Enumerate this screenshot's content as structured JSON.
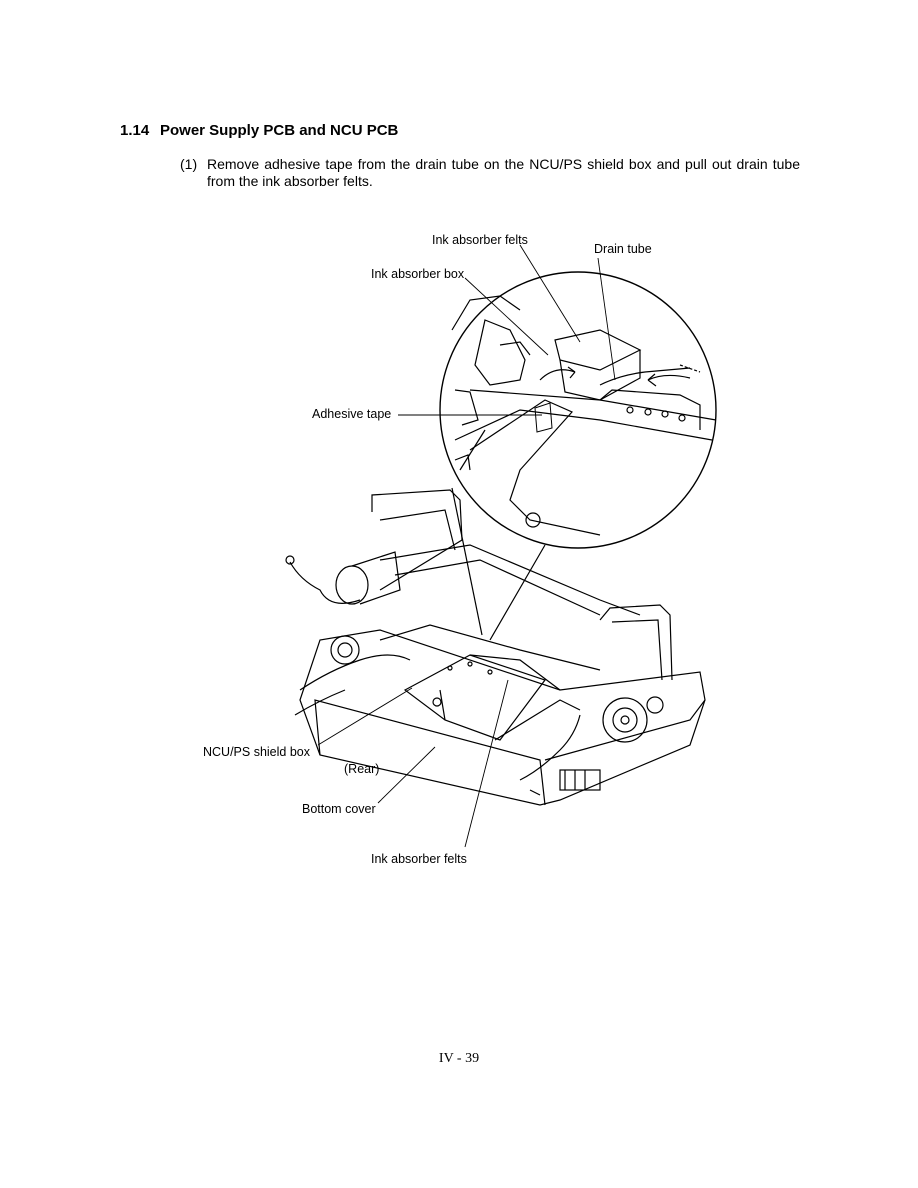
{
  "section": {
    "number": "1.14",
    "title": "Power Supply PCB and NCU PCB"
  },
  "step": {
    "number": "(1)",
    "text": "Remove adhesive tape from the drain tube on the NCU/PS shield box and pull out drain tube from the ink absorber felts."
  },
  "figure": {
    "labels": {
      "ink_absorber_felts_top": "Ink absorber felts",
      "drain_tube": "Drain tube",
      "ink_absorber_box": "Ink absorber box",
      "adhesive_tape": "Adhesive tape",
      "ncu_ps_shield_box": "NCU/PS shield box",
      "rear": "(Rear)",
      "bottom_cover": "Bottom cover",
      "ink_absorber_felts_bottom": "Ink absorber felts"
    }
  },
  "page_number": "IV - 39"
}
